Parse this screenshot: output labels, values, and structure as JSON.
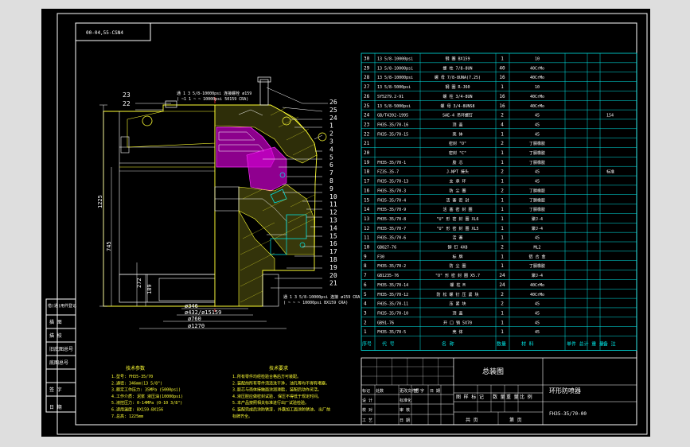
{
  "drawing": {
    "code_box": "00-04,55-CSN4",
    "title_main": "总装图",
    "title_name": "环形防喷器",
    "drawing_no": "FH35-35/70-00"
  },
  "dimensions": {
    "height_total": "1225",
    "height_mid": "745",
    "height_low": "272",
    "height_bottom": "189",
    "d1": "ø346",
    "d2": "ø432/ø15159",
    "d3": "ø760",
    "d4": "ø1270"
  },
  "notes": {
    "top": "通 1 3 5/8-10000psi 连接螺栓 ø159",
    "top2": "(  ~1 1 ~  ~  10000psi  50159  CRA)",
    "bottom": "通 1 3 5/8-10000psi 连接 ø159 CRA",
    "bottom2": "(  ~  ~  ~ 10000psi  BX159  CRA)"
  },
  "callouts_left": [
    "23",
    "22"
  ],
  "callouts_right": [
    "26",
    "25",
    "24",
    "1",
    "2",
    "3",
    "4",
    "5",
    "6",
    "7",
    "8",
    "9",
    "10",
    "11",
    "12",
    "13",
    "14",
    "15",
    "16",
    "17",
    "18",
    "19",
    "20",
    "21"
  ],
  "tech_params": {
    "title": "技术参数",
    "lines": [
      "1.型号: FH35-35/70",
      "2.通径: 346mm(13 5/8\")",
      "3.额定工作压力: 35MPa (5000psi)",
      "4.工作介质: 泥浆 液压油(10000psi)",
      "5.液控压力: 0-14MPa (0-10 3/8\")",
      "6.适用温度: BX159-BX156",
      "7.总高: 1225mm"
    ]
  },
  "tech_req": {
    "title": "技术要求",
    "lines": [
      "1.所有零件均经检验合格后方可装配。",
      "2.装配前所有零件须清洗干净, 油孔等均不得有堵塞。",
      "3.胶芯与壳体接触面涂润滑脂, 装配后动作灵活。",
      "4.液压腔应做密封试验, 保压不得低于规定时间。",
      "5.本产品按照相关标准进行出厂试验检验。",
      "6.装配完成后涂防锈漆, 外露加工面涂防锈油, 出厂前",
      "  标牌齐全。"
    ]
  },
  "bom_header": [
    "序号",
    "代 号",
    "名 称",
    "数量",
    "材 料",
    "单件 总计 重 量",
    "备 注"
  ],
  "bom": [
    {
      "no": "30",
      "code": "13 5/8-10000psi",
      "name": "钢 圈 BX159",
      "qty": "1",
      "mat": "10",
      "note": ""
    },
    {
      "no": "29",
      "code": "13 5/8-10000psi",
      "name": "螺 柱 7/8-8UN",
      "qty": "40",
      "mat": "40CrMo",
      "note": ""
    },
    {
      "no": "28",
      "code": "13 5/8-10000psi",
      "name": "螺 母 7/8-8UNA(7.25)",
      "qty": "16",
      "mat": "40CrMo",
      "note": ""
    },
    {
      "no": "27",
      "code": "13 5/8-5000psi",
      "name": "钢 圈 R-J60",
      "qty": "1",
      "mat": "10",
      "note": ""
    },
    {
      "no": "26",
      "code": "SY5279.2-91",
      "name": "螺 柱 3/4-8UN",
      "qty": "16",
      "mat": "40CrMo",
      "note": ""
    },
    {
      "no": "25",
      "code": "13 5/8-5000psi",
      "name": "螺 母 3/4-8UNS8",
      "qty": "16",
      "mat": "40CrMo",
      "note": ""
    },
    {
      "no": "24",
      "code": "GB/T4392-1995",
      "name": "SAE-4 吊环螺钉",
      "qty": "2",
      "mat": "45",
      "note": "154"
    },
    {
      "no": "23",
      "code": "FH35-35/70-16",
      "name": "顶 盖",
      "qty": "4",
      "mat": "45",
      "note": ""
    },
    {
      "no": "22",
      "code": "FH35-35/70-15",
      "name": "壳 体",
      "qty": "1",
      "mat": "45",
      "note": ""
    },
    {
      "no": "21",
      "code": "",
      "name": "密封 \"O\"",
      "qty": "2",
      "mat": "丁腈橡胶",
      "note": ""
    },
    {
      "no": "20",
      "code": "",
      "name": "密封 \"C\"",
      "qty": "1",
      "mat": "丁腈橡胶",
      "note": ""
    },
    {
      "no": "19",
      "code": "FH35-35/70-1",
      "name": "胶 芯",
      "qty": "1",
      "mat": "丁腈橡胶",
      "note": ""
    },
    {
      "no": "18",
      "code": "FZ35-35-7",
      "name": "J-NPT 接头",
      "qty": "2",
      "mat": "45",
      "note": "标准"
    },
    {
      "no": "17",
      "code": "FH35-35/70-13",
      "name": "支 承 环",
      "qty": "1",
      "mat": "45",
      "note": ""
    },
    {
      "no": "16",
      "code": "FH35-35/70-3",
      "name": "防 尘 圈",
      "qty": "2",
      "mat": "丁腈橡胶",
      "note": ""
    },
    {
      "no": "15",
      "code": "FH35-35/70-4",
      "name": "活 塞 密 封",
      "qty": "1",
      "mat": "丁腈橡胶",
      "note": ""
    },
    {
      "no": "14",
      "code": "FH35-35/70-9",
      "name": "活 塞 密 封 圈",
      "qty": "1",
      "mat": "丁腈橡胶",
      "note": ""
    },
    {
      "no": "13",
      "code": "FH35-35/70-8",
      "name": "\"U\" 形 密 封 圈 XL6",
      "qty": "1",
      "mat": "聚J-4",
      "note": ""
    },
    {
      "no": "12",
      "code": "FH35-35/70-7",
      "name": "\"U\" 形 密 封 圈 XL5",
      "qty": "1",
      "mat": "聚J-4",
      "note": ""
    },
    {
      "no": "11",
      "code": "FH35-35/70-6",
      "name": "活 塞",
      "qty": "1",
      "mat": "45",
      "note": ""
    },
    {
      "no": "10",
      "code": "GB827-76",
      "name": "铆 钉 4X8",
      "qty": "2",
      "mat": "ML2",
      "note": ""
    },
    {
      "no": "9",
      "code": "F30",
      "name": "标 牌",
      "qty": "1",
      "mat": "铝 合 金",
      "note": ""
    },
    {
      "no": "8",
      "code": "FH35-35/70-2",
      "name": "防 尘 圈",
      "qty": "1",
      "mat": "丁腈橡胶",
      "note": ""
    },
    {
      "no": "7",
      "code": "GB1235-76",
      "name": "\"O\" 形 密 封 圈 X5.7",
      "qty": "24",
      "mat": "聚J-4",
      "note": ""
    },
    {
      "no": "6",
      "code": "FH35-35/70-14",
      "name": "螺 柱 M",
      "qty": "24",
      "mat": "40CrMo",
      "note": ""
    },
    {
      "no": "5",
      "code": "FH35-35/70-12",
      "name": "防 松 螺 钉 压 紧 块",
      "qty": "2",
      "mat": "40CrMo",
      "note": ""
    },
    {
      "no": "4",
      "code": "FH35-35/70-11",
      "name": "压 紧 块",
      "qty": "2",
      "mat": "45",
      "note": ""
    },
    {
      "no": "3",
      "code": "FH35-35/70-10",
      "name": "顶 盖",
      "qty": "1",
      "mat": "45",
      "note": ""
    },
    {
      "no": "2",
      "code": "GB91-76",
      "name": "开 口 销 5X70",
      "qty": "1",
      "mat": "45",
      "note": ""
    },
    {
      "no": "1",
      "code": "FH35-35/70-5",
      "name": "壳 体",
      "qty": "1",
      "mat": "45",
      "note": ""
    }
  ],
  "left_table": [
    "借(通)用件登记",
    "旧底图总号",
    "底图总号",
    "签 字",
    "日 期"
  ],
  "left_cells": [
    "描 图",
    "描 校",
    "日 期"
  ],
  "title_block": {
    "rows": [
      [
        "标记",
        "处数",
        "更改文件号",
        "签 字",
        "日 期"
      ],
      [
        "设 计",
        "",
        "标准化",
        "",
        ""
      ],
      [
        "校 对",
        "",
        "审 核",
        "",
        ""
      ],
      [
        "工 艺",
        "",
        "日 期",
        "",
        ""
      ]
    ],
    "stage_labels": [
      "图 样 标 记",
      "数 量",
      "重 量",
      "比 例"
    ],
    "sheet_labels": [
      "共 页",
      "第 页"
    ]
  }
}
